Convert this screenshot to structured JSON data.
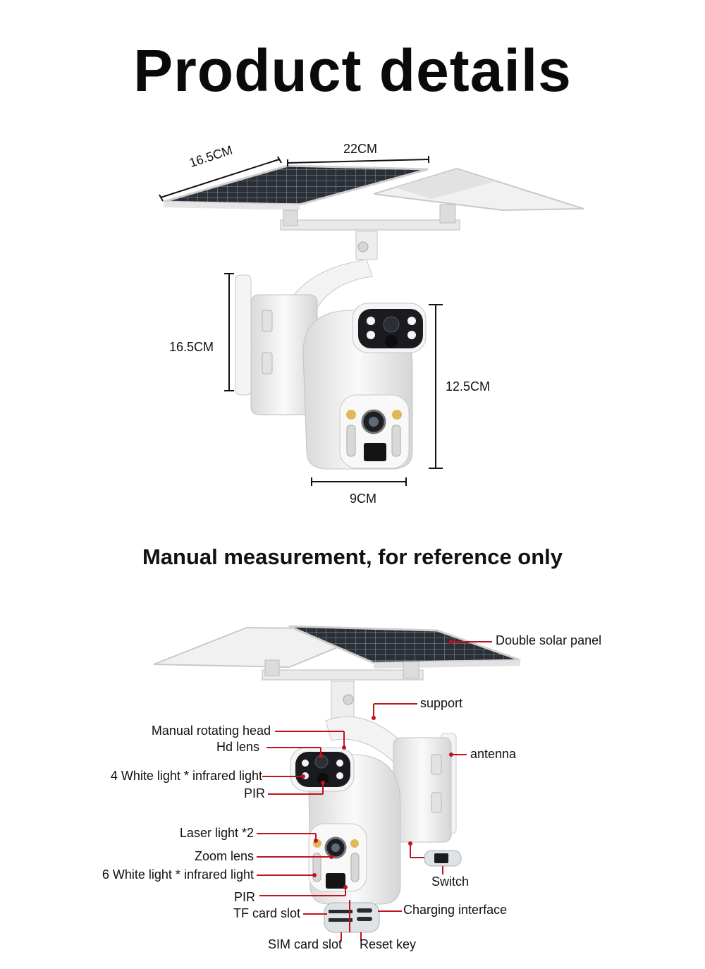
{
  "title": "Product details",
  "dimensions": {
    "panel_depth": "16.5CM",
    "panel_width": "22CM",
    "body_height": "16.5CM",
    "head_height": "12.5CM",
    "head_width": "9CM"
  },
  "note": "Manual measurement, for reference only",
  "callouts": {
    "double_solar_panel": "Double solar panel",
    "support": "support",
    "manual_rotating_head": "Manual rotating head",
    "hd_lens": "Hd lens",
    "antenna": "antenna",
    "white_light_4": "4 White light * infrared light",
    "pir_top": "PIR",
    "laser_light": "Laser light *2",
    "zoom_lens": "Zoom lens",
    "white_light_6": "6 White light * infrared light",
    "switch": "Switch",
    "pir_bottom": "PIR",
    "tf_card_slot": "TF card slot",
    "charging_interface": "Charging interface",
    "sim_card_slot": "SIM card slot",
    "reset_key": "Reset key"
  },
  "colors": {
    "callout_line": "#c0141c",
    "dimension_line": "#111111",
    "solar_cell": "#2b3038",
    "camera_body": "#f2f2f2"
  }
}
